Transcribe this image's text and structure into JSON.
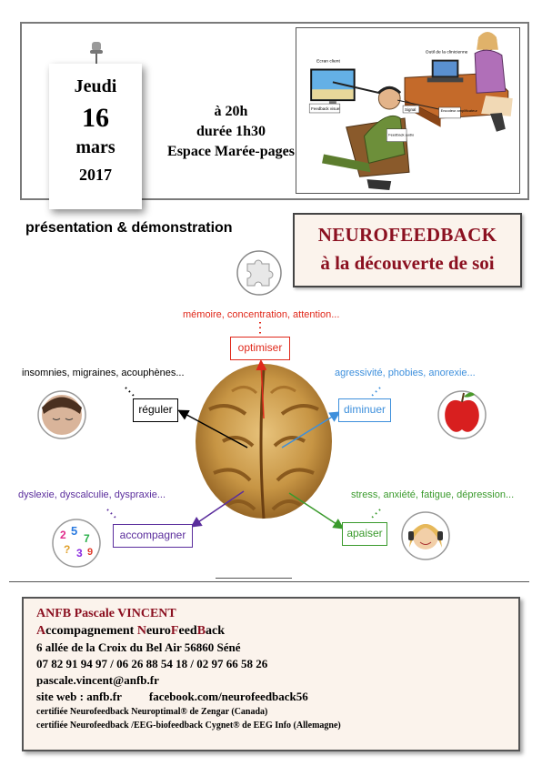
{
  "event": {
    "weekday": "Jeudi",
    "day": "16",
    "month": "mars",
    "year": "2017",
    "time": "à 20h",
    "duration": "durée 1h30",
    "place": "Espace Marée-pages"
  },
  "scene_labels": {
    "client_screen": "Ecran client",
    "practitioner_tools": "Outil de la clinicienne",
    "visual_feedback": "Feedback visuel",
    "signal": "Signal",
    "encoder": "Encodeur amplificateur",
    "audio_feedback": "Feedback audio"
  },
  "subtitle": "présentation & démonstration",
  "title": {
    "line1": "NEUROFEEDBACK",
    "line2": "à la découverte de soi"
  },
  "diagram": {
    "optimiser": {
      "label": "optimiser",
      "caption": "mémoire, concentration, attention...",
      "color": "#e0291b"
    },
    "reguler": {
      "label": "réguler",
      "caption": "insomnies, migraines, acouphènes...",
      "color": "#000000"
    },
    "diminuer": {
      "label": "diminuer",
      "caption": "agressivité, phobies, anorexie...",
      "color": "#3d8fdc"
    },
    "accompagner": {
      "label": "accompagner",
      "caption": "dyslexie, dyscalculie, dyspraxie...",
      "color": "#5a2d9c"
    },
    "apaiser": {
      "label": "apaiser",
      "caption": "stress, anxiété, fatigue, dépression...",
      "color": "#3a9a2c"
    }
  },
  "contact": {
    "name": "ANFB Pascale VINCENT",
    "org_parts": [
      {
        "t": "A",
        "accent": true
      },
      {
        "t": "ccompagnement ",
        "accent": false
      },
      {
        "t": "N",
        "accent": true
      },
      {
        "t": "euro",
        "accent": false
      },
      {
        "t": "F",
        "accent": true
      },
      {
        "t": "eed",
        "accent": false
      },
      {
        "t": "B",
        "accent": true
      },
      {
        "t": "ack",
        "accent": false
      }
    ],
    "address": "6 allée de la Croix du Bel Air 56860 Séné",
    "phones": "07 82 91 94 97 / 06 26 88 54 18 / 02 97 66 58 26",
    "email": "pascale.vincent@anfb.fr",
    "website": "site web : anfb.fr",
    "facebook": "facebook.com/neurofeedback56",
    "cert1": "certifiée Neurofeedback Neuroptimal® de Zengar (Canada)",
    "cert2": "certifiée Neurofeedback /EEG-biofeedback Cygnet® de EEG Info (Allemagne)"
  },
  "colors": {
    "accent": "#8b1020",
    "panel_bg": "#fbf3ec"
  }
}
